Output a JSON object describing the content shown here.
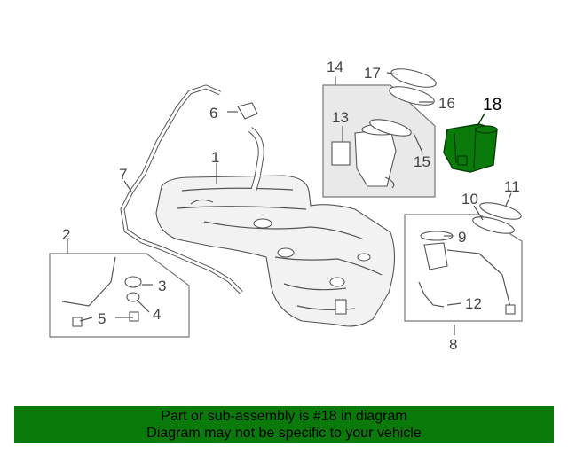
{
  "callouts": {
    "c1": "1",
    "c2": "2",
    "c3": "3",
    "c4": "4",
    "c5": "5",
    "c6": "6",
    "c7": "7",
    "c8": "8",
    "c9": "9",
    "c10": "10",
    "c11": "11",
    "c12": "12",
    "c13": "13",
    "c14": "14",
    "c15": "15",
    "c16": "16",
    "c17": "17",
    "c18": "18"
  },
  "highlight": {
    "callout": "18",
    "color": "#0a7a0a"
  },
  "banner": {
    "line1": "Part or sub-assembly is #18 in diagram",
    "line2": "Diagram may not be specific to your vehicle",
    "color": "#0a7a0a"
  }
}
